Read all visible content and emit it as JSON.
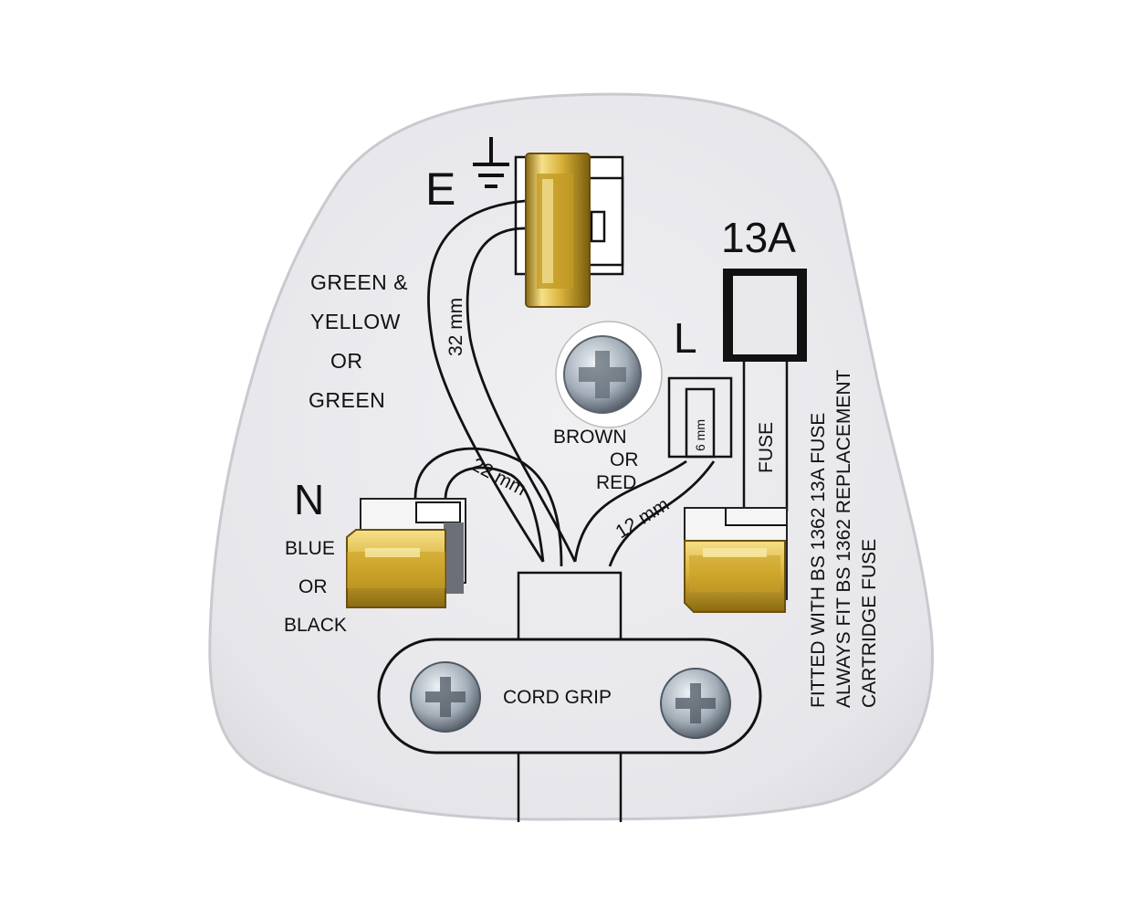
{
  "diagram": {
    "earth": {
      "letter": "E",
      "wire_length": "32 mm",
      "colour_lines": [
        "GREEN &",
        "YELLOW",
        "OR",
        "GREEN"
      ]
    },
    "neutral": {
      "letter": "N",
      "wire_length": "22 mm",
      "colour_lines": [
        "BLUE",
        "OR",
        "BLACK"
      ]
    },
    "live": {
      "letter": "L",
      "wire_length": "12 mm",
      "strip_length": "6 mm",
      "colour_lines": [
        "BROWN",
        "OR",
        "RED"
      ]
    },
    "rating": "13A",
    "fuse_label": "FUSE",
    "cord_grip_label": "CORD GRIP",
    "fuse_notice_lines": [
      "FITTED WITH BS 1362 13A FUSE",
      "ALWAYS FIT BS 1362 REPLACEMENT",
      "CARTRIDGE FUSE"
    ]
  },
  "colors": {
    "plug_face": "#e9e9ec",
    "plug_edge": "#c9c9cf",
    "brass": "#d9b23a",
    "brass_dark": "#8a6a10",
    "brass_light": "#f6e08a",
    "line": "#111111",
    "screw": "#9aa3ad"
  }
}
